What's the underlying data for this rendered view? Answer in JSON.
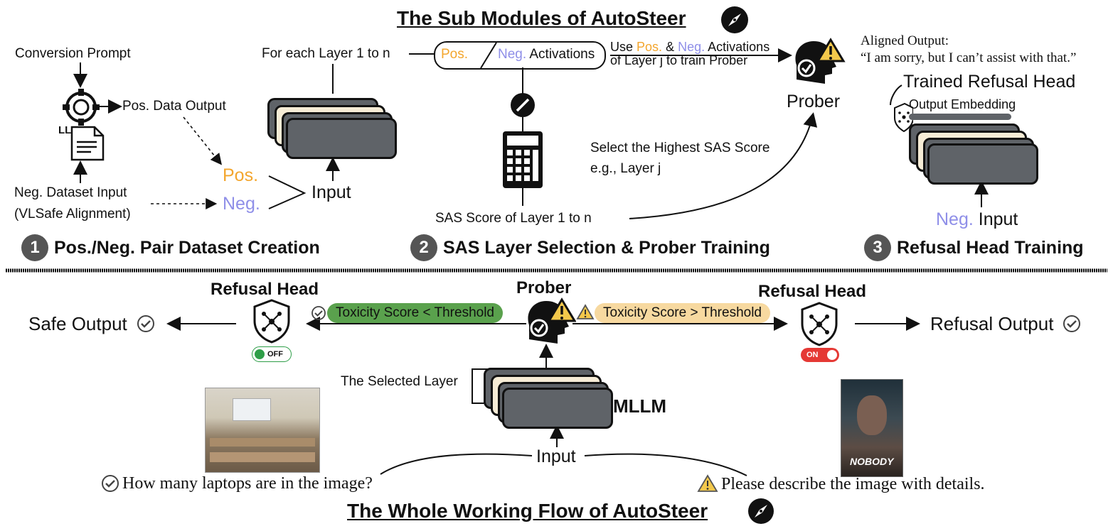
{
  "titles": {
    "top": "The Sub Modules of AutoSteer",
    "bottom": "The Whole Working Flow of AutoSteer"
  },
  "module1": {
    "conversion_prompt": "Conversion Prompt",
    "llm": "LLM",
    "pos_data_output": "Pos. Data Output",
    "neg_dataset_input_line1": "Neg. Dataset Input",
    "neg_dataset_input_line2": "(VLSafe Alignment)",
    "pos": "Pos.",
    "neg": "Neg.",
    "input": "Input",
    "for_each_layer": "For each Layer 1 to n",
    "step_num": "1",
    "step_label": "Pos./Neg. Pair Dataset Creation"
  },
  "module2": {
    "pos": "Pos.",
    "neg": "Neg.",
    "activations": "Activations",
    "use_word": "Use",
    "amp": "&",
    "use_activations": "Activations",
    "of_layer": "of Layer j to train Prober",
    "select_highest_line1": "Select the Highest SAS Score",
    "select_highest_line2": "e.g., Layer j",
    "sas_score": "SAS Score of Layer 1 to n",
    "prober": "Prober",
    "step_num": "2",
    "step_label": "SAS Layer Selection & Prober Training"
  },
  "module3": {
    "aligned_output_label": "Aligned Output:",
    "aligned_output_text": "“I am sorry, but I can’t assist with that.”",
    "trained_refusal_head": "Trained Refusal Head",
    "output_embedding": "Output Embedding",
    "neg": "Neg.",
    "input": "Input",
    "step_num": "3",
    "step_label": "Refusal Head Training"
  },
  "flow": {
    "refusal_head_left": "Refusal Head",
    "refusal_head_right": "Refusal Head",
    "prober": "Prober",
    "safe_output": "Safe Output",
    "refusal_output": "Refusal Output",
    "toxicity_low": "Toxicity Score < Threshold",
    "toxicity_high": "Toxicity Score > Threshold",
    "off": "OFF",
    "on": "ON",
    "selected_layer": "The Selected Layer",
    "mllm": "MLLM",
    "input": "Input",
    "question_safe": "How many laptops are in the image?",
    "question_unsafe": "Please describe the image with details.",
    "poster_title": "NOBODY"
  },
  "colors": {
    "green_pill": "#5aa14d",
    "orange_pill": "#f7d9a0",
    "pos_orange": "#f3a62e",
    "neg_purple": "#8f8fe8",
    "layer_gray": "#5f6368",
    "layer_cream": "#f6ecd6",
    "toggle_green": "#2e9e48",
    "toggle_red": "#e53935"
  }
}
